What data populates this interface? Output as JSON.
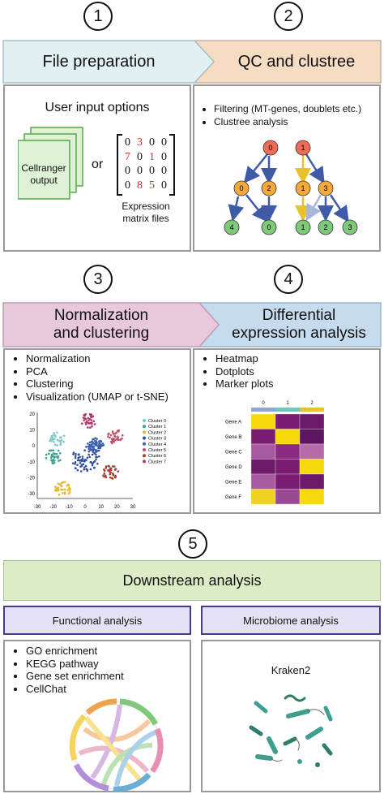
{
  "steps": [
    "1",
    "2",
    "3",
    "4",
    "5"
  ],
  "section1": {
    "title": "File preparation",
    "subtitle": "User input options",
    "cellranger": [
      "Cellranger",
      "output"
    ],
    "or": "or",
    "matrix_rows": [
      [
        "0",
        "3",
        "0",
        "0"
      ],
      [
        "7",
        "0",
        "1",
        "0"
      ],
      [
        "0",
        "0",
        "0",
        "0"
      ],
      [
        "0",
        "8",
        "5",
        "0"
      ]
    ],
    "matrix_caption": [
      "Expression",
      "matrix files"
    ]
  },
  "section2": {
    "title": "QC and clustree",
    "bullets": [
      "Filtering (MT-genes, doublets etc.)",
      "Clustree analysis"
    ],
    "tree_nodes": [
      "0",
      "1",
      "0",
      "2",
      "1",
      "3",
      "4",
      "0",
      "1",
      "2",
      "3"
    ]
  },
  "section3": {
    "title": [
      "Normalization",
      "and clustering"
    ],
    "bullets": [
      "Normalization",
      "PCA",
      "Clustering",
      "Visualization (UMAP or t-SNE)"
    ],
    "legend": [
      "Cluster 0",
      "Cluster 1",
      "Cluster 2",
      "Cluster 3",
      "Cluster 4",
      "Cluster 5",
      "Cluster 6",
      "Cluster 7"
    ],
    "x_ticks": [
      "-30",
      "-20",
      "-10",
      "0",
      "10",
      "20",
      "30"
    ],
    "y_ticks": [
      "20",
      "10",
      "0",
      "-10",
      "-20",
      "-30"
    ]
  },
  "section4": {
    "title": [
      "Differential",
      "expression analysis"
    ],
    "bullets": [
      "Heatmap",
      "Dotplots",
      "Marker plots"
    ],
    "heatmap_cols": [
      "0",
      "1",
      "2"
    ],
    "heatmap_rows": [
      "Gene A",
      "Gene B",
      "Gene C",
      "Gene D",
      "Gene E",
      "Gene F"
    ]
  },
  "section5": {
    "title": "Downstream analysis",
    "functional": {
      "title": "Functional analysis",
      "bullets": [
        "GO enrichment",
        "KEGG pathway",
        "Gene set enrichment",
        "CellChat"
      ]
    },
    "microbiome": {
      "title": "Microbiome analysis",
      "tool": "Kraken2"
    }
  },
  "colors": {
    "file_prep_bg": "#e3f0f2",
    "qc_bg": "#f6dcc3",
    "norm_bg": "#e8c9dc",
    "diff_bg": "#c6dcee",
    "downstream_bg": "#dcecc7",
    "sub_header_bg": "#e4e1f4",
    "sub_header_border": "#4a3a8c",
    "node_orange": "#f5a93a",
    "node_red": "#ef6b55",
    "node_green": "#7fc97a",
    "arrow_blue": "#3f5aa6",
    "arrow_yellow": "#e8c22a"
  }
}
